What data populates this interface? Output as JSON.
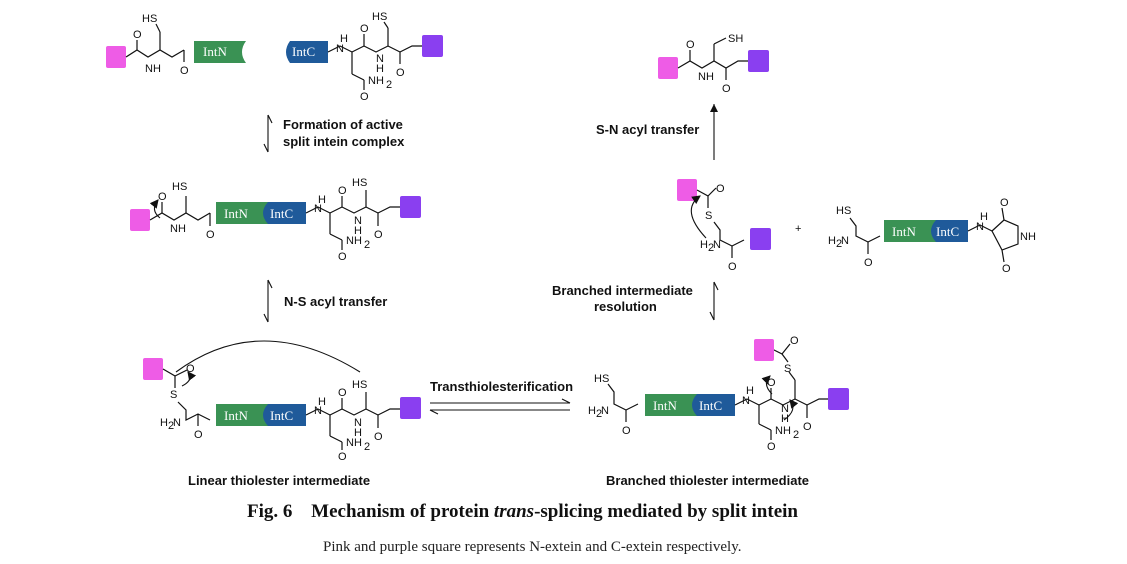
{
  "colors": {
    "n_extein": "#ee5ce6",
    "c_extein": "#8a3ff0",
    "intn": "#3a9254",
    "intc": "#1f5a9a"
  },
  "labels": {
    "intn": "IntN",
    "intc": "IntC",
    "sh": "SH",
    "hs": "HS",
    "nh": "NH",
    "h": "H",
    "n": "N",
    "o": "O",
    "s": "S",
    "nh2": "NH",
    "h2n": "H",
    "sub2": "2",
    "plus": "+"
  },
  "steps": {
    "formation_line1": "Formation of active",
    "formation_line2": "split intein complex",
    "ns_transfer": "N-S acyl transfer",
    "transthio": "Transthiolesterification",
    "branched_res_line1": "Branched intermediate",
    "branched_res_line2": "resolution",
    "sn_transfer": "S-N acyl transfer"
  },
  "intermediates": {
    "linear": "Linear thiolester intermediate",
    "branched": "Branched thiolester intermediate"
  },
  "caption": {
    "fig_no": "Fig. 6",
    "title_pre": "Mechanism of protein ",
    "title_ital": "trans",
    "title_post": "-splicing mediated by split intein",
    "subtitle": "Pink and purple square represents N-extein and C-extein respectively."
  }
}
